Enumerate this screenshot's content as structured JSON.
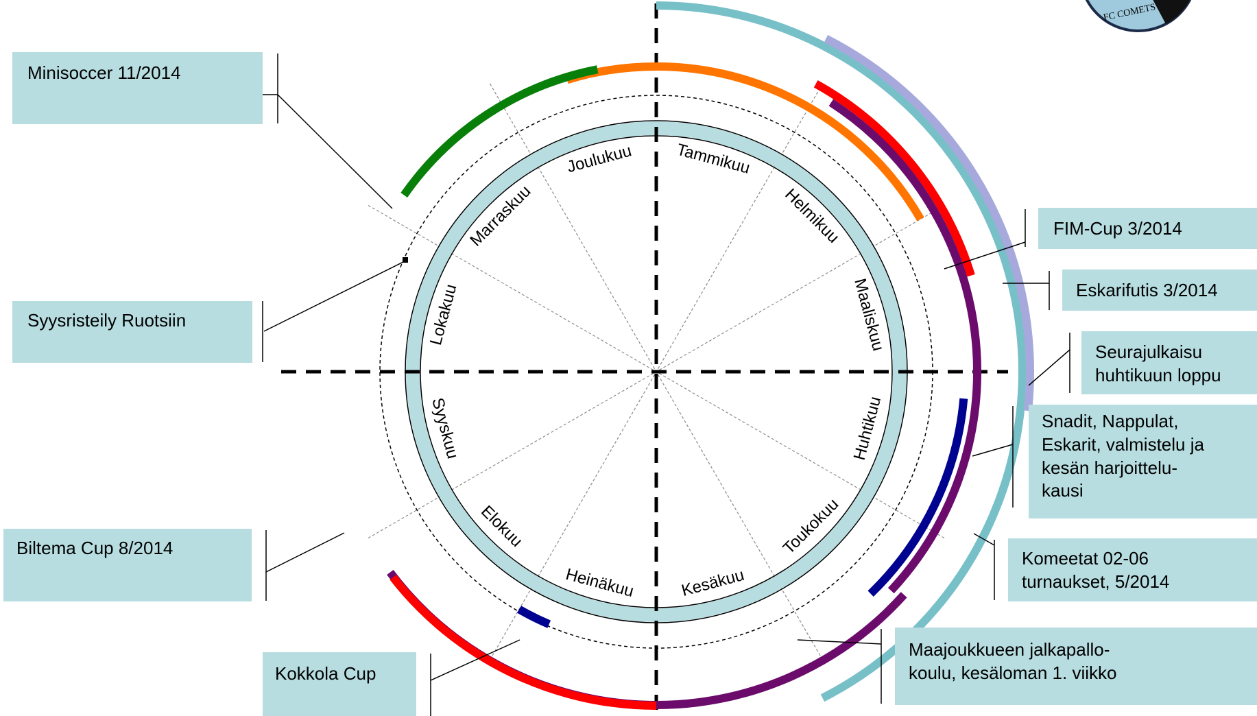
{
  "months": [
    "Tammikuu",
    "Helmikuu",
    "Maaliskuu",
    "Huhtikuu",
    "Toukokuu",
    "Kesäkuu",
    "Heinäkuu",
    "Elokuu",
    "Syyskuu",
    "Lokakuu",
    "Marraskuu",
    "Joulukuu"
  ],
  "events": {
    "minisoccer": "Minisoccer 11/2014",
    "syysristeily": "Syysristeily Ruotsiin",
    "biltema": "Biltema Cup 8/2014",
    "kokkola": "Kokkola Cup",
    "fimcup": "FIM-Cup 3/2014",
    "eskarifutis": "Eskarifutis 3/2014",
    "seurajulkaisu": [
      "Seurajulkaisu",
      "huhtikuun loppu"
    ],
    "snadit": [
      "Snadit, Nappulat,",
      "Eskarit, valmistelu  ja",
      "kesän harjoittelu-",
      "kausi"
    ],
    "komeetat": [
      "Komeetat 02-06",
      "turnaukset, 5/2014"
    ],
    "maajoukkue": [
      "Maajoukkueen jalkapallo-",
      "koulu, kesäloman 1. viikko"
    ]
  },
  "logo": {
    "text": "FC COMETS"
  },
  "colors": {
    "box_fill": "#b7dde1",
    "cyan": "#78c0c8",
    "lavender": "#a7a9dc",
    "red": "#fd0000",
    "purple": "#6b0b6b",
    "orange": "#ff7500",
    "green": "#087f08",
    "navy": "#000290"
  }
}
